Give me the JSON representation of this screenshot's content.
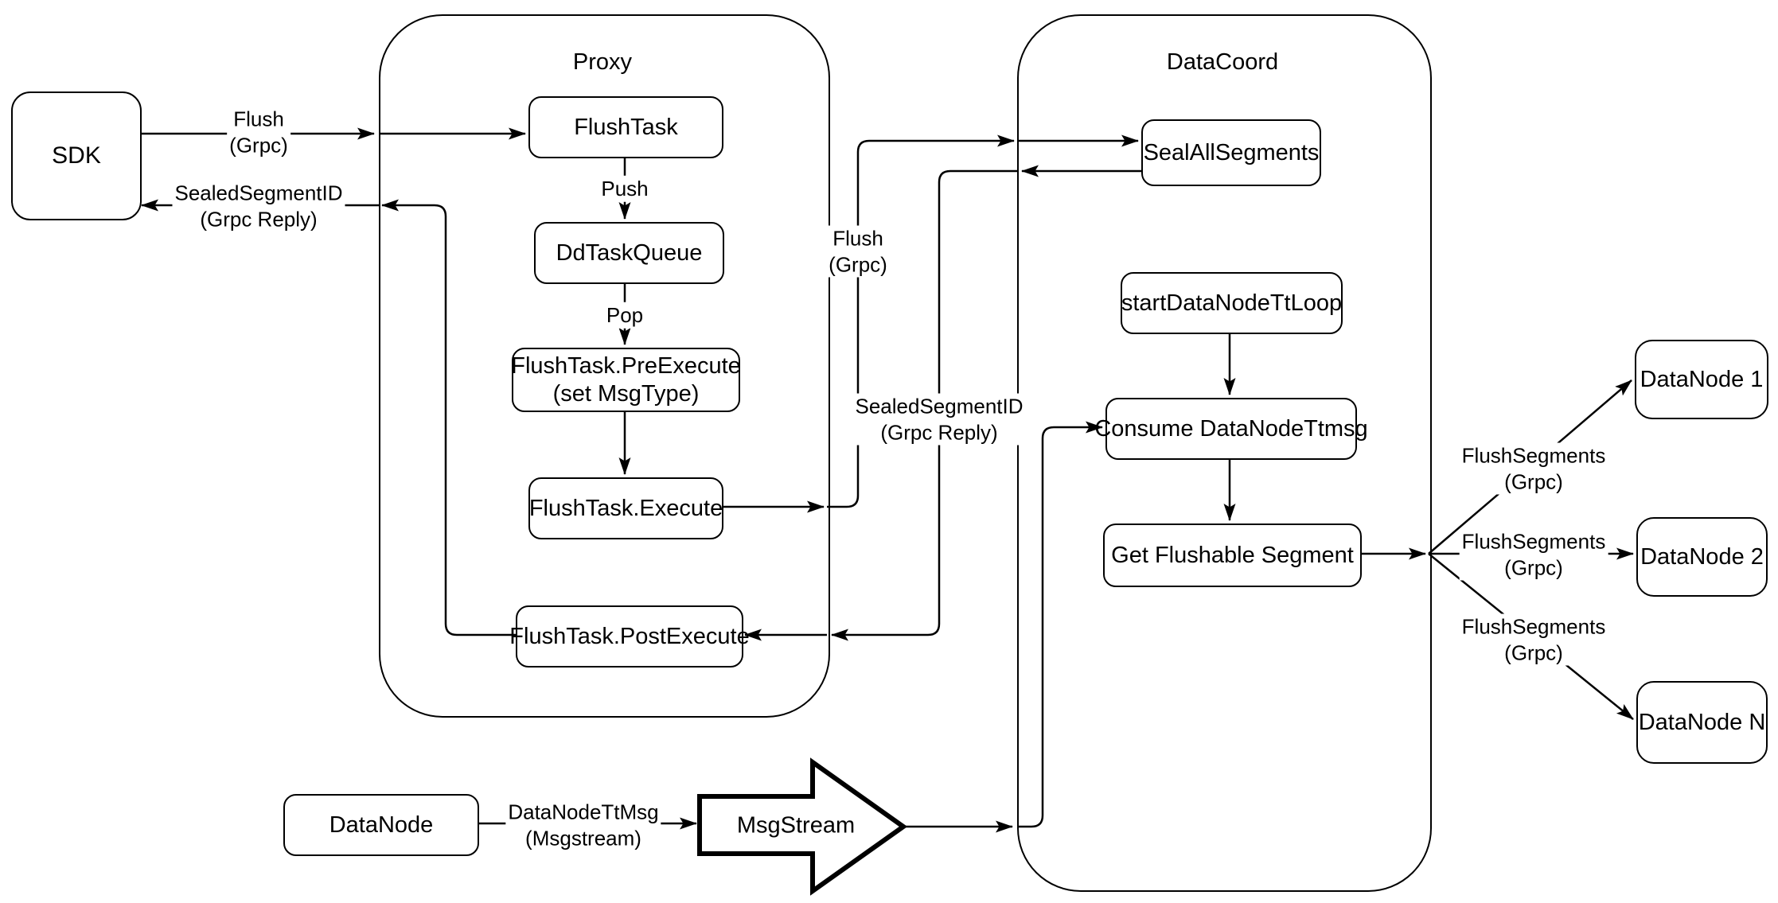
{
  "containers": {
    "proxy": {
      "label": "Proxy"
    },
    "datacoord": {
      "label": "DataCoord"
    }
  },
  "nodes": {
    "sdk": {
      "label": "SDK"
    },
    "flush_task": {
      "label": "FlushTask"
    },
    "dd_task_queue": {
      "label": "DdTaskQueue"
    },
    "pre_execute": {
      "line1": "FlushTask.PreExecute",
      "line2": "(set MsgType)"
    },
    "execute": {
      "label": "FlushTask.Execute"
    },
    "post_execute": {
      "label": "FlushTask.PostExecute"
    },
    "seal_all_segments": {
      "label": "SealAllSegments"
    },
    "start_datanode_tt_loop": {
      "label": "startDataNodeTtLoop"
    },
    "consume_datanode_ttmsg": {
      "label": "Consume DataNodeTtmsg"
    },
    "get_flushable_segment": {
      "label": "Get Flushable Segment"
    },
    "datanode_1": {
      "label": "DataNode 1"
    },
    "datanode_2": {
      "label": "DataNode 2"
    },
    "datanode_n": {
      "label": "DataNode N"
    },
    "datanode_source": {
      "label": "DataNode"
    },
    "msgstream": {
      "label": "MsgStream"
    }
  },
  "edge_labels": {
    "flush_sdk_proxy": {
      "line1": "Flush",
      "line2": "(Grpc)"
    },
    "sealed_segment_id_reply_sdk": {
      "line1": "SealedSegmentID",
      "line2": "(Grpc Reply)"
    },
    "push": {
      "label": "Push"
    },
    "pop": {
      "label": "Pop"
    },
    "flush_proxy_datacoord": {
      "line1": "Flush",
      "line2": "(Grpc)"
    },
    "sealed_segment_id_reply_proxy": {
      "line1": "SealedSegmentID",
      "line2": "(Grpc Reply)"
    },
    "flush_segments_1": {
      "line1": "FlushSegments",
      "line2": "(Grpc)"
    },
    "flush_segments_2": {
      "line1": "FlushSegments",
      "line2": "(Grpc)"
    },
    "flush_segments_n": {
      "line1": "FlushSegments",
      "line2": "(Grpc)"
    },
    "datanode_tt_msg": {
      "line1": "DataNodeTtMsg",
      "line2": "(Msgstream)"
    }
  },
  "colors": {
    "stroke": "#000000",
    "background": "#ffffff"
  }
}
